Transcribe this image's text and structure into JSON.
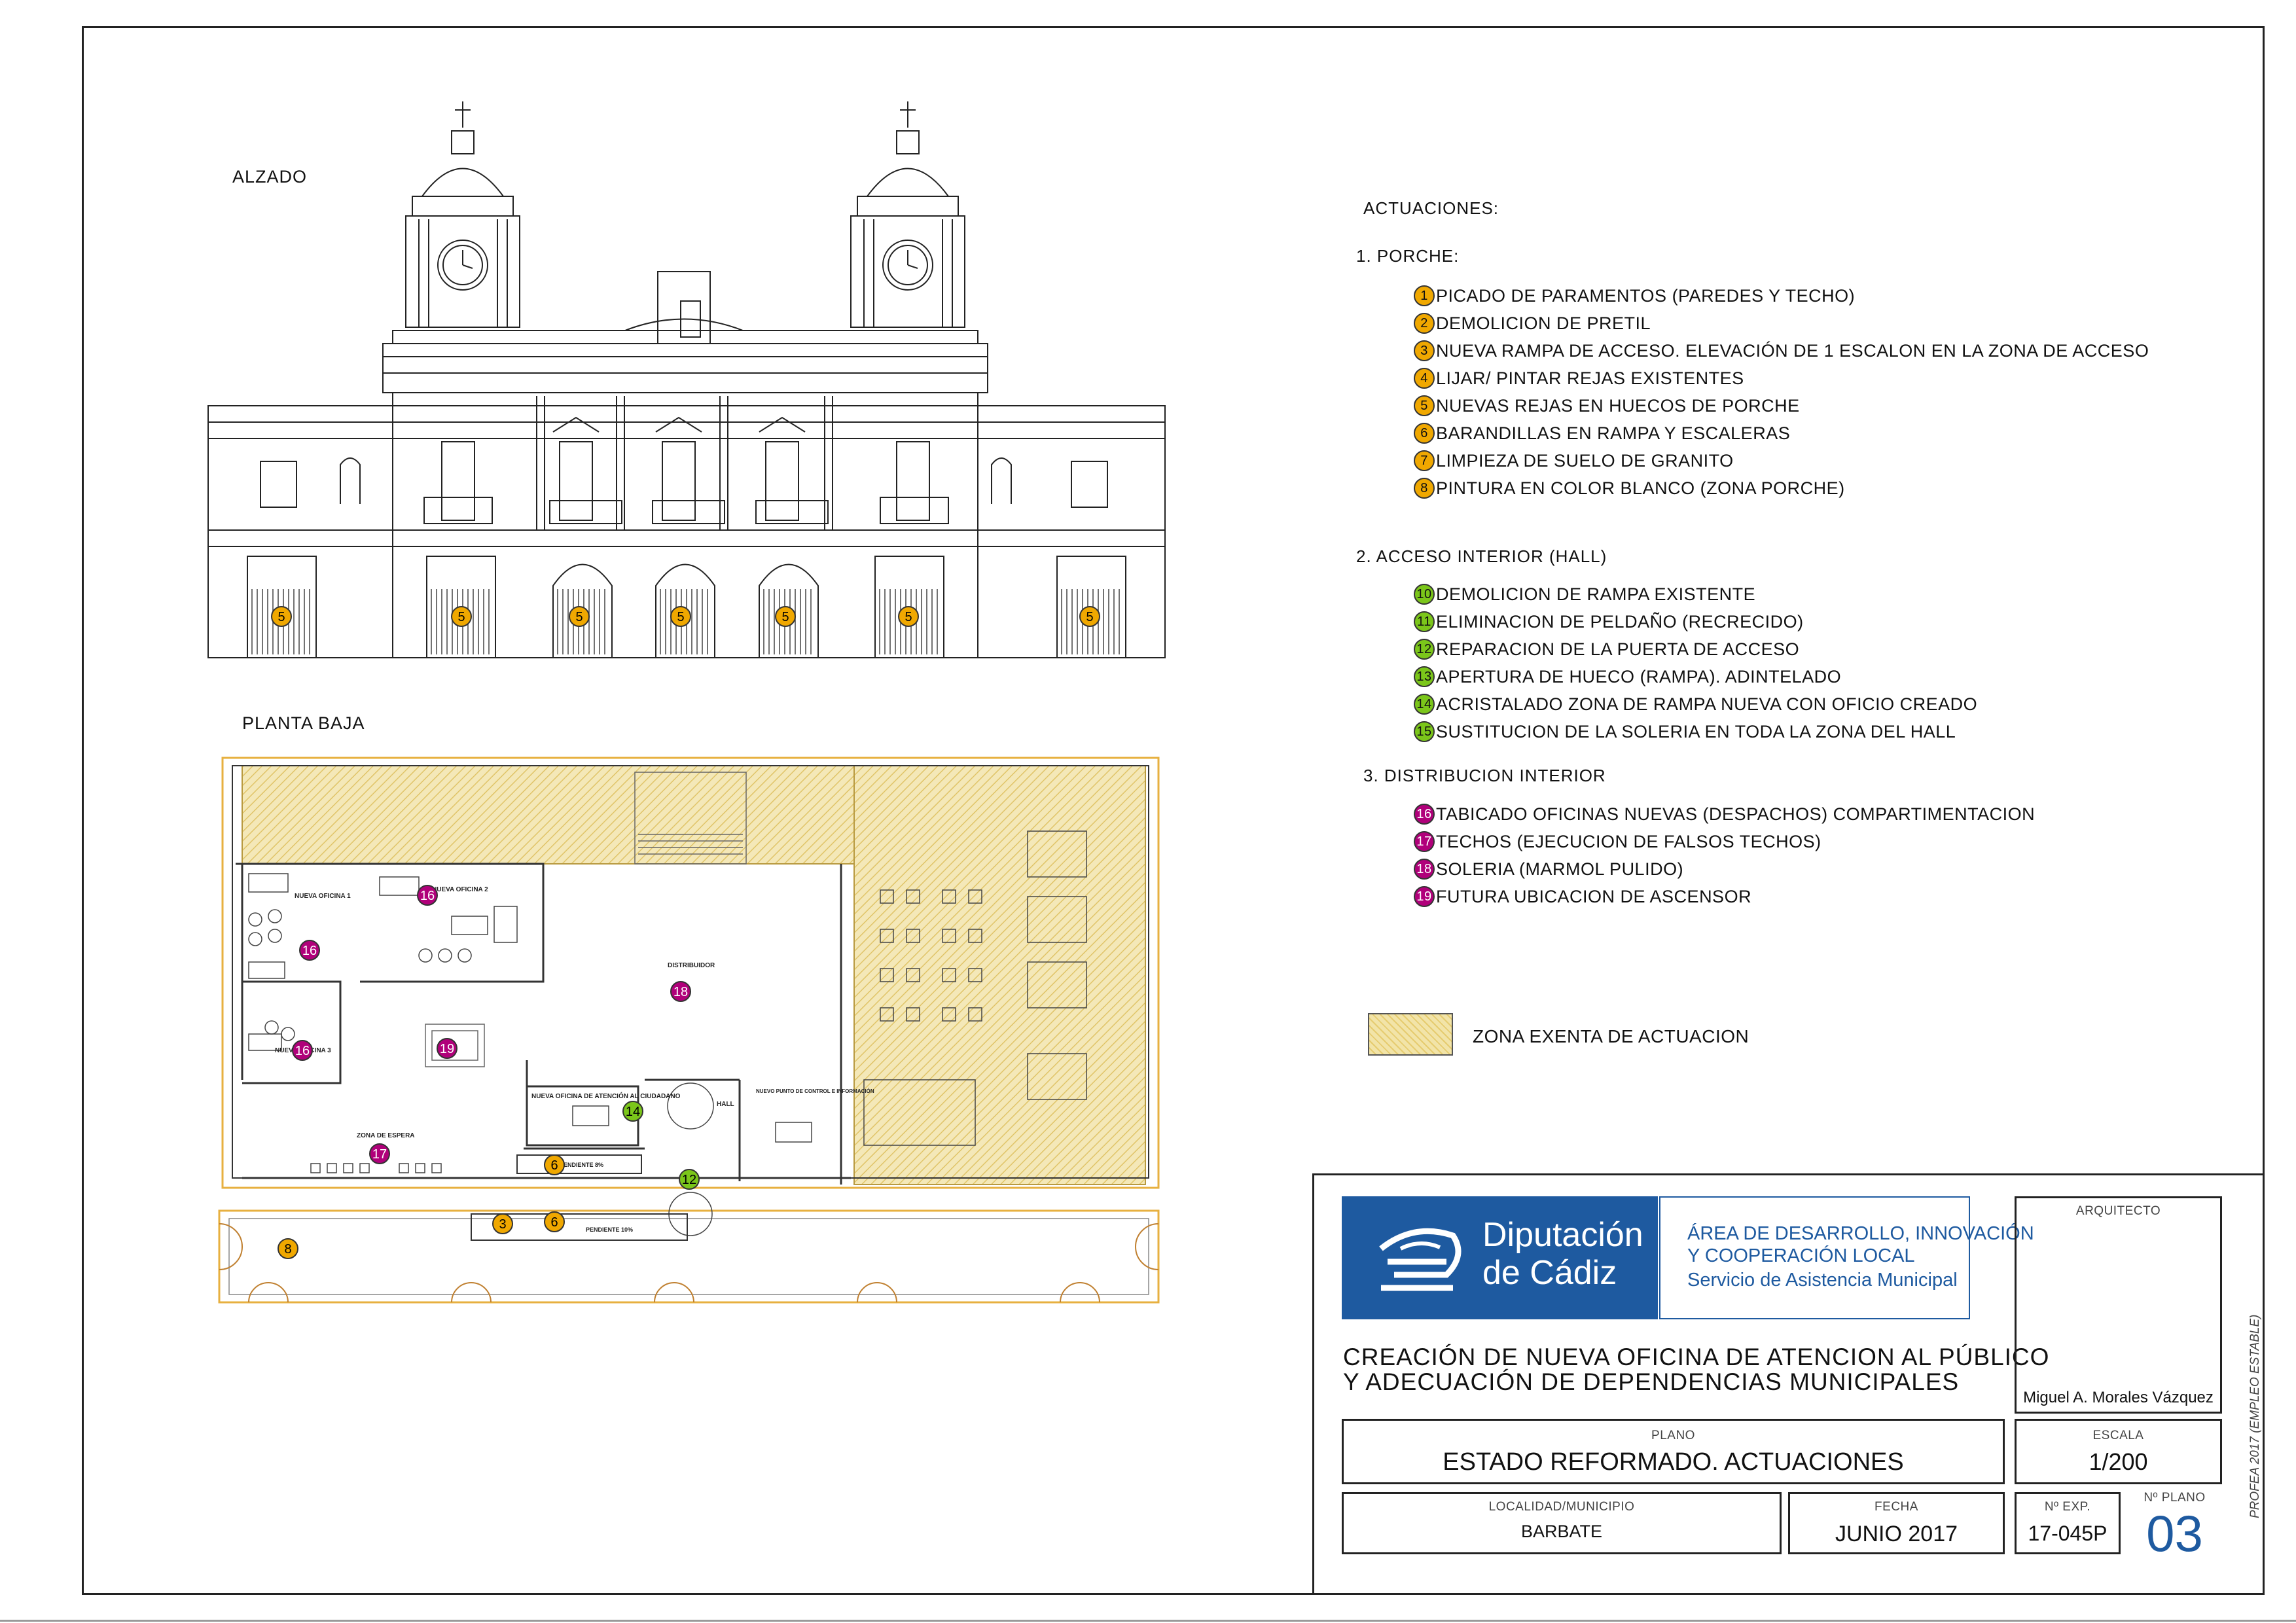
{
  "drawing": {
    "elevation_label": "ALZADO",
    "plan_label": "PLANTA BAJA",
    "plan_labels": {
      "nueva_oficina_1": "NUEVA OFICINA 1",
      "nueva_oficina_2": "NUEVA OFICINA 2",
      "nueva_oficina_3": "NUEVA OFICINA 3",
      "distribuidor": "DISTRIBUIDOR",
      "zona_espera": "ZONA DE ESPERA",
      "oficina_atencion": "NUEVA OFICINA DE ATENCIÓN AL CIUDADANO",
      "hall": "HALL",
      "punto_control": "NUEVO PUNTO DE CONTROL E INFORMACIÓN",
      "pendiente_8": "PENDIENTE 8%",
      "pendiente_10": "PENDIENTE 10%"
    },
    "elevation_markers": [
      "5",
      "5",
      "5",
      "5",
      "5",
      "5",
      "5"
    ],
    "plan_markers": {
      "m16a": "16",
      "m16b": "16",
      "m16c": "16",
      "m19": "19",
      "m18": "18",
      "m17": "17",
      "m14": "14",
      "m6a": "6",
      "m12": "12",
      "m3": "3",
      "m6b": "6",
      "m8": "8"
    }
  },
  "actuaciones": {
    "title": "ACTUACIONES:",
    "sections": [
      {
        "title": "1. PORCHE:",
        "color": "#f0a800",
        "items": [
          {
            "n": "1",
            "text": "PICADO DE PARAMENTOS (PAREDES Y TECHO)"
          },
          {
            "n": "2",
            "text": "DEMOLICION DE PRETIL"
          },
          {
            "n": "3",
            "text": "NUEVA RAMPA DE ACCESO. ELEVACIÓN DE 1 ESCALON EN LA ZONA DE ACCESO"
          },
          {
            "n": "4",
            "text": "LIJAR/ PINTAR REJAS EXISTENTES"
          },
          {
            "n": "5",
            "text": "NUEVAS REJAS EN HUECOS DE PORCHE"
          },
          {
            "n": "6",
            "text": "BARANDILLAS EN RAMPA Y ESCALERAS"
          },
          {
            "n": "7",
            "text": "LIMPIEZA DE SUELO DE GRANITO"
          },
          {
            "n": "8",
            "text": "PINTURA EN COLOR BLANCO (ZONA PORCHE)"
          }
        ]
      },
      {
        "title": "2. ACCESO INTERIOR (HALL)",
        "color": "#7bc61a",
        "items": [
          {
            "n": "10",
            "text": "DEMOLICION DE RAMPA EXISTENTE"
          },
          {
            "n": "11",
            "text": "ELIMINACION DE PELDAÑO (RECRECIDO)"
          },
          {
            "n": "12",
            "text": "REPARACION DE LA PUERTA DE ACCESO"
          },
          {
            "n": "13",
            "text": "APERTURA DE HUECO (RAMPA). ADINTELADO"
          },
          {
            "n": "14",
            "text": "ACRISTALADO ZONA DE RAMPA NUEVA CON OFICIO CREADO"
          },
          {
            "n": "15",
            "text": "SUSTITUCION DE LA SOLERIA EN TODA LA ZONA DEL HALL"
          }
        ]
      },
      {
        "title": "3. DISTRIBUCION INTERIOR",
        "color": "#b0007a",
        "items": [
          {
            "n": "16",
            "text": "TABICADO OFICINAS NUEVAS (DESPACHOS) COMPARTIMENTACION"
          },
          {
            "n": "17",
            "text": "TECHOS (EJECUCION DE FALSOS TECHOS)"
          },
          {
            "n": "18",
            "text": "SOLERIA  (MARMOL PULIDO)"
          },
          {
            "n": "19",
            "text": "FUTURA UBICACION DE ASCENSOR"
          }
        ]
      }
    ],
    "legend": "ZONA EXENTA DE ACTUACION"
  },
  "title_block": {
    "org_line1": "Diputación",
    "org_line2": "de Cádiz",
    "area_line1": "ÁREA DE DESARROLLO, INNOVACIÓN",
    "area_line2": "Y COOPERACIÓN LOCAL",
    "area_service": "Servicio de Asistencia Municipal",
    "project_line1": "CREACIÓN DE NUEVA OFICINA DE ATENCION AL PÚBLICO",
    "project_line2": "Y ADECUACIÓN DE DEPENDENCIAS MUNICIPALES",
    "arquitecto_label": "ARQUITECTO",
    "arquitecto": "Miguel A. Morales Vázquez",
    "plano_label": "PLANO",
    "plano": "ESTADO REFORMADO. ACTUACIONES",
    "escala_label": "ESCALA",
    "escala": "1/200",
    "localidad_label": "LOCALIDAD/MUNICIPIO",
    "localidad": "BARBATE",
    "fecha_label": "FECHA",
    "fecha": "JUNIO 2017",
    "exp_label": "Nº EXP.",
    "exp": "17-045P",
    "nplano_label": "Nº PLANO",
    "nplano": "03",
    "side_note": "PROFEA 2017 (EMPLEO ESTABLE)"
  },
  "colors": {
    "orange": "#f0a800",
    "green": "#7bc61a",
    "magenta": "#b0007a",
    "brand_blue": "#1e5aa0",
    "hatch": "#e6cc70"
  }
}
